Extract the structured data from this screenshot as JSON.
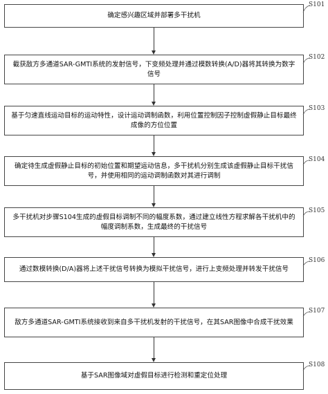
{
  "steps": [
    {
      "id": "S101",
      "text": "确定感兴趣区域并部署多干扰机"
    },
    {
      "id": "S102",
      "text": "截获敌方多通道SAR-GMTI系统的发射信号，下变频处理并通过模数转换(A/D)器将其转换为数字信号"
    },
    {
      "id": "S103",
      "text": "基于匀速直线运动目标的运动特性，设计运动调制函数，利用位置控制因子控制虚假静止目标最终成像的方位位置"
    },
    {
      "id": "S104",
      "text": "确定待生成虚假静止目标的初始位置和期望运动信息，多干扰机分别生成该虚假静止目标干扰信号，并使用相同的运动调制函数对其进行调制"
    },
    {
      "id": "S105",
      "text": "多干扰机对步骤S104生成的虚假目标调制不同的幅度系数，通过建立线性方程求解各干扰机中的幅度调制系数，生成最终的干扰信号"
    },
    {
      "id": "S106",
      "text": "通过数模转换(D/A)器将上述干扰信号转换为模拟干扰信号，进行上变频处理并转发干扰信号"
    },
    {
      "id": "S107",
      "text": "敌方多通道SAR-GMTI系统接收到来自多干扰机发射的干扰信号，在其SAR图像中合成干扰效果"
    },
    {
      "id": "S108",
      "text": "基于SAR图像域对虚假目标进行检测和重定位处理"
    }
  ]
}
